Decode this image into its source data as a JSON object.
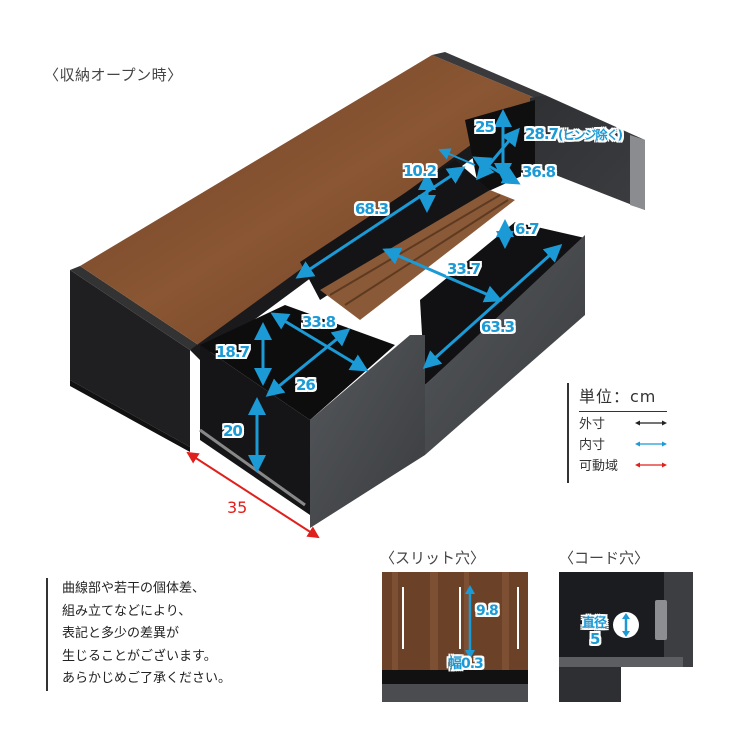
{
  "main_view": {
    "caption": "〈収納オープン時〉",
    "dimensions": {
      "shelf_depth": "25",
      "shelf_width": "28.7",
      "shelf_width_note": "(ヒンジ除く)",
      "shelf_height": "36.8",
      "flap_height": "10.2",
      "flap_width": "68.3",
      "right_drawer_height": "6.7",
      "right_drawer_depth": "33.7",
      "right_drawer_width": "63.3",
      "left_drawer_width": "33.8",
      "left_drawer_upper_height": "18.7",
      "left_drawer_depth": "26",
      "left_drawer_lower_height": "20",
      "drawer_travel": "35"
    }
  },
  "legend": {
    "unit_label": "単位：cm",
    "items": [
      {
        "label": "外寸",
        "color": "#222222"
      },
      {
        "label": "内寸",
        "color": "#1b9ad6"
      },
      {
        "label": "可動域",
        "color": "#e0201c"
      }
    ]
  },
  "note": {
    "lines": [
      "曲線部や若干の個体差、",
      "組み立てなどにより、",
      "表記と多少の差異が",
      "生じることがございます。",
      "あらかじめご了承ください。"
    ]
  },
  "slit_inset": {
    "caption": "〈スリット穴〉",
    "length": "9.8",
    "width_label": "幅0.3"
  },
  "cord_inset": {
    "caption": "〈コード穴〉",
    "diameter_label": "直径",
    "diameter_value": "5"
  },
  "colors": {
    "inner_dimension": "#1b9ad6",
    "outer_dimension": "#222222",
    "movable_range": "#e0201c",
    "wood_top": "#7a4a2a",
    "body_black": "#2a2a2c",
    "stone_gray": "#4a4c4f"
  }
}
